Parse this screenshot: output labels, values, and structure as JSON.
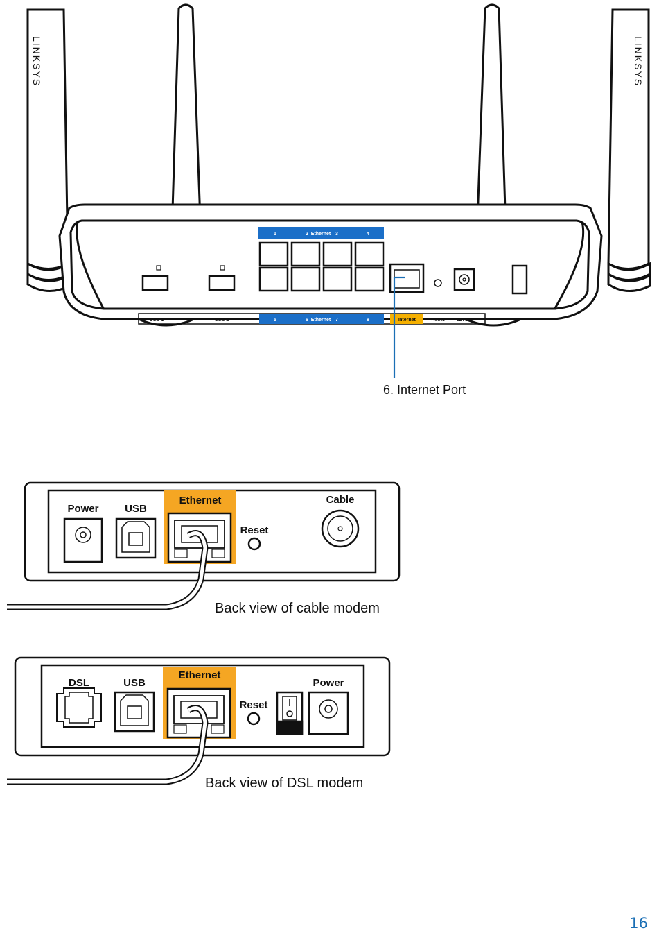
{
  "router": {
    "brand": "LINKSYS",
    "ethernet_top_numbers": [
      "1",
      "2",
      "3",
      "4"
    ],
    "ethernet_bottom_numbers": [
      "5",
      "6",
      "7",
      "8"
    ],
    "ethernet_label": "Ethernet",
    "usb1_label": "USB 1",
    "usb2_label": "USB 2",
    "internet_label": "Internet",
    "reset_label": "Reset",
    "power_label": "12VDC",
    "callout": "6. Internet Port",
    "colors": {
      "ethernet_band": "#1b6fc8",
      "internet_band": "#f5b000",
      "callout_line": "#1a6fb5"
    }
  },
  "cable_modem": {
    "power_label": "Power",
    "usb_label": "USB",
    "ethernet_label": "Ethernet",
    "reset_label": "Reset",
    "cable_label": "Cable",
    "caption": "Back view of cable modem",
    "colors": {
      "ethernet_highlight": "#f5a623"
    }
  },
  "dsl_modem": {
    "dsl_label": "DSL",
    "usb_label": "USB",
    "ethernet_label": "Ethernet",
    "reset_label": "Reset",
    "power_label": "Power",
    "caption": "Back view of DSL modem",
    "colors": {
      "ethernet_highlight": "#f5a623"
    }
  },
  "page_number": "16"
}
